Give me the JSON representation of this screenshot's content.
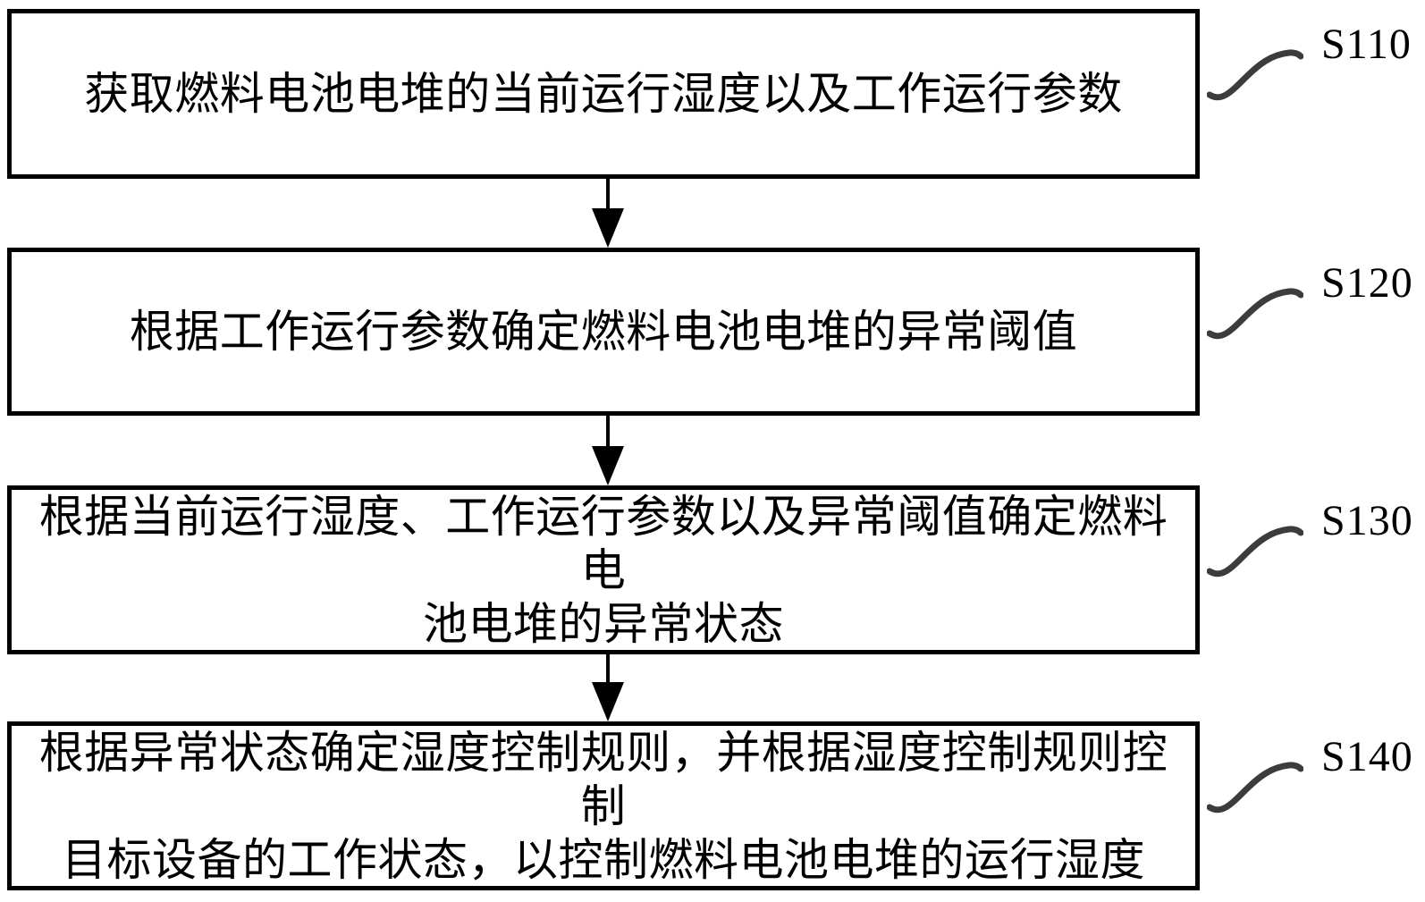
{
  "figure": {
    "background_color": "#ffffff",
    "line_color": "#000000",
    "connector_color": "#3c3c3c",
    "steps": [
      {
        "label": "S110",
        "lines": {
          "l1": "获取燃料电池电堆的当前运行湿度以及工作运行参数",
          "l2": ""
        }
      },
      {
        "label": "S120",
        "lines": {
          "l1": "根据工作运行参数确定燃料电池电堆的异常阈值",
          "l2": ""
        }
      },
      {
        "label": "S130",
        "lines": {
          "l1": "根据当前运行湿度、工作运行参数以及异常阈值确定燃料电",
          "l2": "池电堆的异常状态"
        }
      },
      {
        "label": "S140",
        "lines": {
          "l1": "根据异常状态确定湿度控制规则，并根据湿度控制规则控制",
          "l2": "目标设备的工作状态，以控制燃料电池电堆的运行湿度"
        }
      }
    ]
  }
}
